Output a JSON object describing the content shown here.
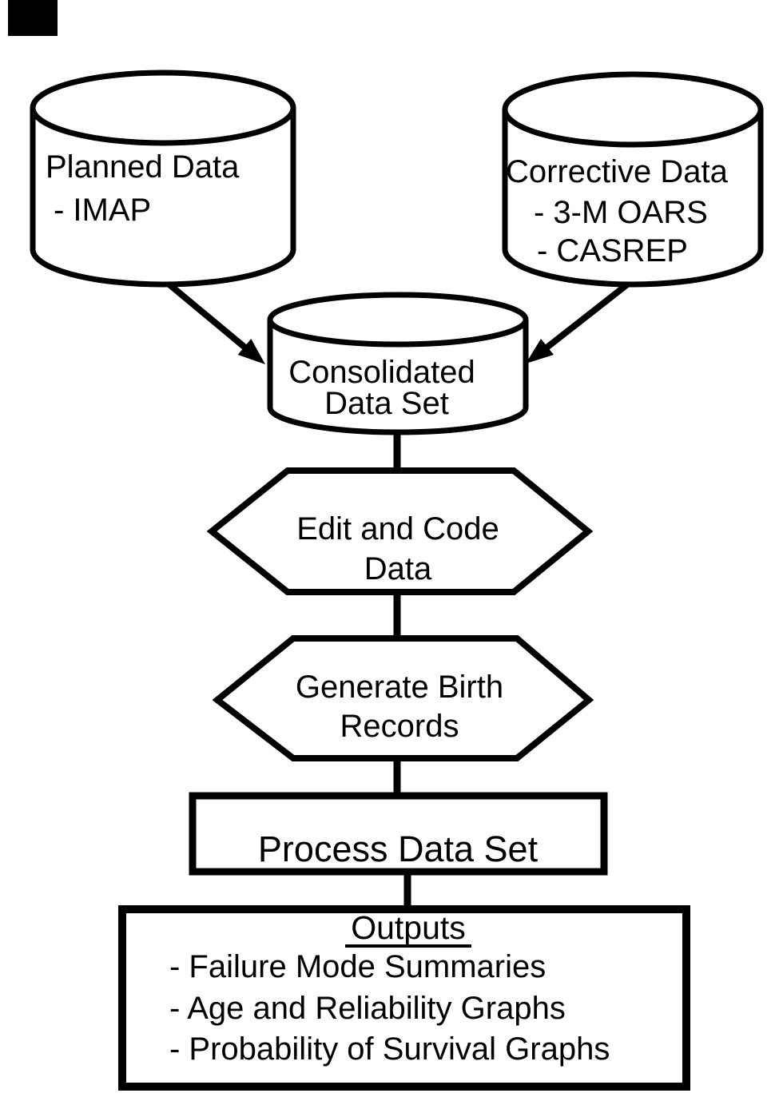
{
  "colors": {
    "ink": "#000000",
    "paper": "#ffffff"
  },
  "diagram": {
    "planned_data": {
      "line1": "Planned Data",
      "line2": "- IMAP"
    },
    "corrective_data": {
      "line1": "Corrective Data",
      "line2": "- 3-M OARS",
      "line3": "- CASREP"
    },
    "consolidated": {
      "line1": "Consolidated",
      "line2": "Data Set"
    },
    "edit_and_code": {
      "line1": "Edit and Code",
      "line2": "Data"
    },
    "generate_birth": {
      "line1": "Generate Birth",
      "line2": "Records"
    },
    "process": {
      "label": "Process Data Set"
    },
    "outputs": {
      "title": "Outputs",
      "items": [
        "- Failure Mode Summaries",
        "- Age and Reliability Graphs",
        "- Probability of Survival Graphs"
      ]
    }
  }
}
